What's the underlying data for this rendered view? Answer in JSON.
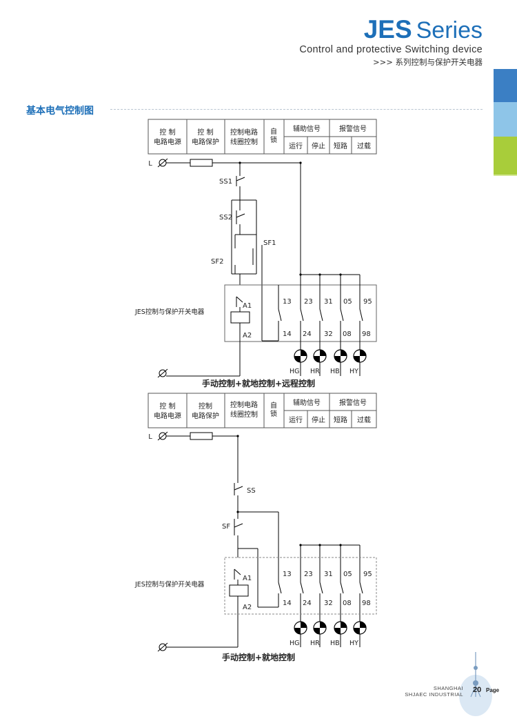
{
  "header": {
    "series_prefix": "JES",
    "series_word": "Series",
    "subtitle": "Control and protective Switching device",
    "subtitle_cn": ">>>  系列控制与保护开关电器",
    "brand_color": "#1d6fb8",
    "tab_colors": [
      "#3b7fc4",
      "#8ec5e8",
      "#a8cd3a",
      "#d3e794"
    ]
  },
  "section_title": "基本电气控制图",
  "diagrams": [
    {
      "caption": "手动控制+就地控制+远程控制",
      "table": {
        "c1": [
          "控 制",
          "电路电源"
        ],
        "c2": [
          "控 制",
          "电路保护"
        ],
        "c3": [
          "控制电路",
          "线圈控制"
        ],
        "c4": [
          "自",
          "锁"
        ],
        "aux": "辅助信号",
        "aux_run": "运行",
        "aux_stop": "停止",
        "alarm": "报警信号",
        "alarm_short": "短路",
        "alarm_over": "过载"
      },
      "line_label": "L",
      "switches": [
        "SS1",
        "SS2",
        "SF1",
        "SF2"
      ],
      "device_label": "JES控制与保护开关电器",
      "coil_top": "A1",
      "coil_bottom": "A2",
      "terminals_top": [
        "13",
        "23",
        "31",
        "05",
        "95"
      ],
      "terminals_bottom": [
        "14",
        "24",
        "32",
        "08",
        "98"
      ],
      "lamps": [
        "HG",
        "HR",
        "HB",
        "HY"
      ]
    },
    {
      "caption": "手动控制+就地控制",
      "table": {
        "c1": [
          "控 制",
          "电路电源"
        ],
        "c2": [
          "控制",
          "电路保护"
        ],
        "c3": [
          "控制电路",
          "线圈控制"
        ],
        "c4": [
          "自",
          "锁"
        ],
        "aux": "辅助信号",
        "aux_run": "运行",
        "aux_stop": "停止",
        "alarm": "报警信号",
        "alarm_short": "短路",
        "alarm_over": "过载"
      },
      "line_label": "L",
      "switches": [
        "SS",
        "SF"
      ],
      "device_label": "JES控制与保护开关电器",
      "coil_top": "A1",
      "coil_bottom": "A2",
      "terminals_top": [
        "13",
        "23",
        "31",
        "05",
        "95"
      ],
      "terminals_bottom": [
        "14",
        "24",
        "32",
        "08",
        "98"
      ],
      "lamps": [
        "HG",
        "HR",
        "HB",
        "HY"
      ]
    }
  ],
  "footer": {
    "city": "SHANGHAI",
    "company": "SHJAEC INDUSTRIAL",
    "page_number": "20",
    "page_word": "Page"
  }
}
